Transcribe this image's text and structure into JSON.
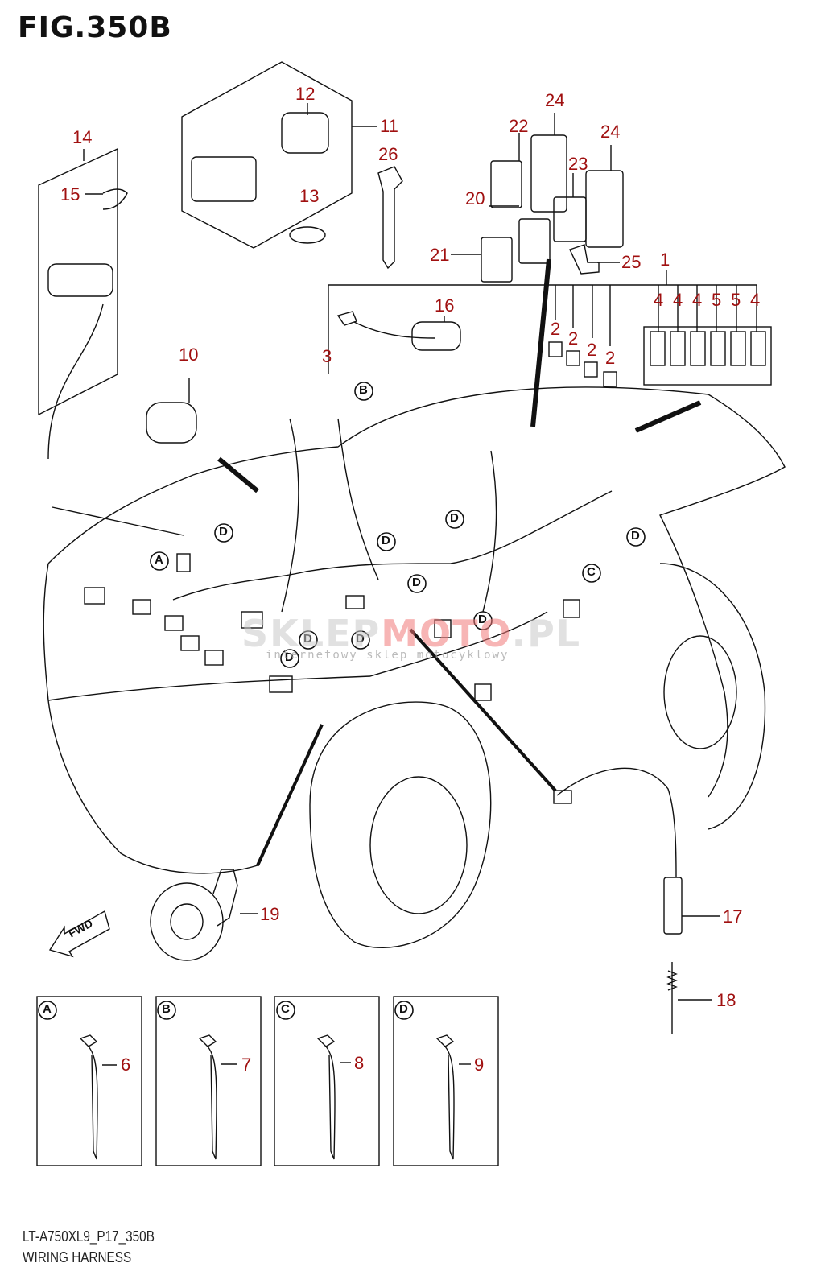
{
  "figure": {
    "title": "FIG.350B",
    "code": "LT-A750XL9_P17_350B",
    "name": "WIRING HARNESS"
  },
  "callouts": [
    "1",
    "2",
    "2",
    "2",
    "2",
    "3",
    "4",
    "4",
    "4",
    "5",
    "5",
    "4",
    "6",
    "7",
    "8",
    "9",
    "10",
    "11",
    "12",
    "13",
    "14",
    "15",
    "16",
    "17",
    "18",
    "19",
    "20",
    "21",
    "22",
    "23",
    "24",
    "24",
    "25",
    "26"
  ],
  "clamp_markers": [
    "A",
    "B",
    "C",
    "D"
  ],
  "detail_boxes": [
    {
      "marker": "A",
      "part": "6"
    },
    {
      "marker": "B",
      "part": "7"
    },
    {
      "marker": "C",
      "part": "8"
    },
    {
      "marker": "D",
      "part": "9"
    }
  ],
  "direction_label": "FWD",
  "watermark": {
    "text_gray": "SKLEP",
    "text_red": "MOTO",
    "text_tail": ".PL",
    "tagline": "internetowy sklep motocyklowy"
  },
  "colors": {
    "callout": "#a01010",
    "line": "#111111"
  }
}
